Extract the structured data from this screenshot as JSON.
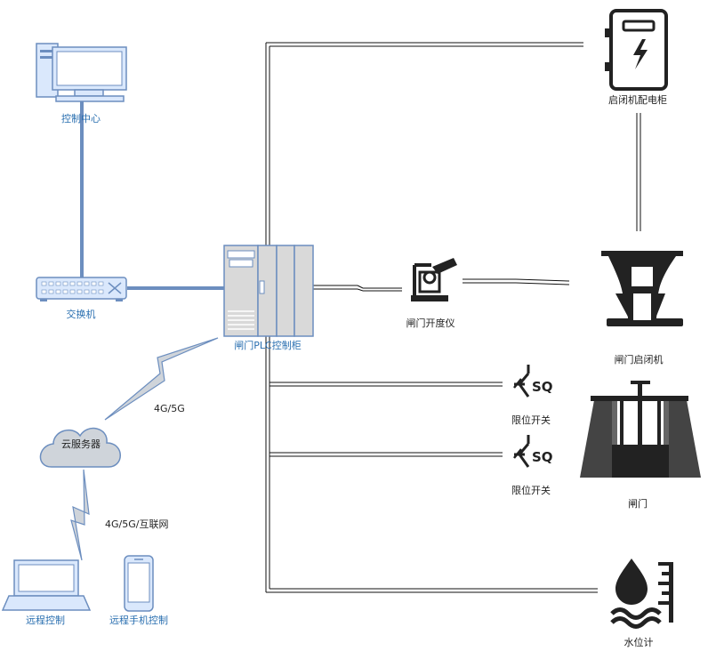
{
  "colors": {
    "blue_link": "#6c8ebf",
    "device_fill": "#dae8fc",
    "device_stroke": "#6c8ebf",
    "label_blue": "#2a6fb0",
    "equipment_dark": "#222222",
    "cabinet_fill": "#d9d9d9",
    "cloud_fill": "#cfd4da"
  },
  "nodes": {
    "control_center": {
      "label": "控制中心",
      "icon": "desktop-computer-icon"
    },
    "switch": {
      "label": "交换机",
      "icon": "network-switch-icon"
    },
    "plc_cabinet": {
      "label": "闸门PLC控制柜",
      "icon": "plc-cabinet-icon"
    },
    "cloud_server": {
      "label": "云服务器",
      "icon": "cloud-icon"
    },
    "remote_control": {
      "label": "远程控制",
      "icon": "laptop-icon"
    },
    "remote_mobile": {
      "label": "远程手机控制",
      "icon": "smartphone-icon"
    },
    "hoist_power_cabinet": {
      "label": "启闭机配电柜",
      "icon": "power-cabinet-icon"
    },
    "gate_opening_meter": {
      "label": "闸门开度仪",
      "icon": "opening-meter-icon"
    },
    "gate_hoist": {
      "label": "闸门启闭机",
      "icon": "hoist-icon"
    },
    "limit_switch_1": {
      "label": "限位开关",
      "icon": "limit-switch-icon",
      "tag": "SQ"
    },
    "limit_switch_2": {
      "label": "限位开关",
      "icon": "limit-switch-icon",
      "tag": "SQ"
    },
    "gate": {
      "label": "闸门",
      "icon": "sluice-gate-icon"
    },
    "water_level_meter": {
      "label": "水位计",
      "icon": "water-level-icon"
    }
  },
  "links": {
    "wireless_plc_cloud": "4G/5G",
    "wireless_cloud_remote": "4G/5G/互联网"
  }
}
